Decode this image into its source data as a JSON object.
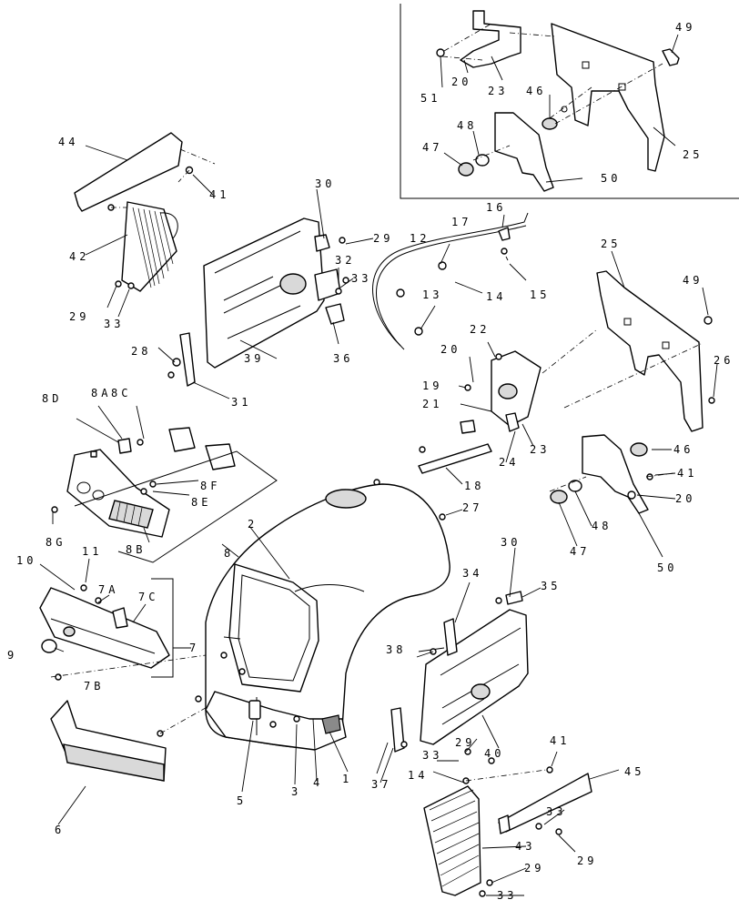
{
  "callouts": {
    "c44": "44",
    "c41a": "41",
    "c42": "42",
    "c29a": "29",
    "c33a": "33",
    "c30a": "30",
    "c29b": "29",
    "c32": "32",
    "c33b": "33",
    "c36": "36",
    "c39": "39",
    "c28": "28",
    "c31": "31",
    "c17": "17",
    "c16": "16",
    "c12": "12",
    "c14a": "14",
    "c15": "15",
    "c13": "13",
    "c22": "22",
    "c20a": "20",
    "c19": "19",
    "c21": "21",
    "c23b": "23",
    "c24": "24",
    "c18": "18",
    "c27": "27",
    "c25b": "25",
    "c49b": "49",
    "c26": "26",
    "c46b": "46",
    "c41b": "41",
    "c20b": "20",
    "c47b": "47",
    "c48b": "48",
    "c50b": "50",
    "c49a": "49",
    "c51": "51",
    "c20c": "20",
    "c23a": "23",
    "c46a": "46",
    "c48a": "48",
    "c47a": "47",
    "c25a": "25",
    "c50a": "50",
    "c8D": "8D",
    "c8A": "8A",
    "c8C": "8C",
    "c8F": "8F",
    "c8E": "8E",
    "c8G": "8G",
    "c8B": "8B",
    "c8": "8",
    "c10": "10",
    "c11": "11",
    "c7A": "7A",
    "c7C": "7C",
    "c7": "7",
    "c9": "9",
    "c7B": "7B",
    "c2": "2",
    "c6": "6",
    "c5": "5",
    "c3": "3",
    "c4": "4",
    "c1": "1",
    "c37": "37",
    "c38": "38",
    "c30b": "30",
    "c34": "34",
    "c35": "35",
    "c40": "40",
    "c29c": "29",
    "c33c": "33",
    "c14b": "14",
    "c41c": "41",
    "c45": "45",
    "c33d": "33",
    "c29d": "29",
    "c43": "43",
    "c29e": "29",
    "c33e": "33"
  }
}
